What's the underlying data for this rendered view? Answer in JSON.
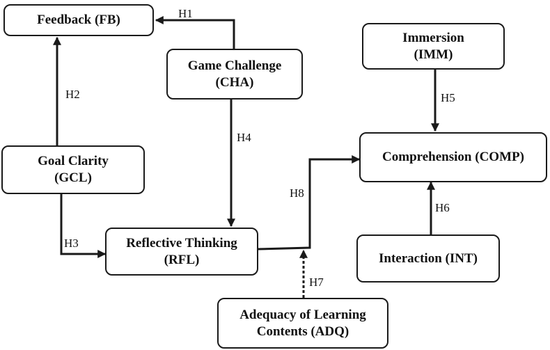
{
  "nodes": {
    "fb": {
      "lines": [
        "Feedback (FB)"
      ]
    },
    "cha": {
      "lines": [
        "Game Challenge",
        "(CHA)"
      ]
    },
    "imm": {
      "lines": [
        "Immersion",
        "(IMM)"
      ]
    },
    "gcl": {
      "lines": [
        "Goal Clarity",
        "(GCL)"
      ]
    },
    "comp": {
      "lines": [
        "Comprehension (COMP)"
      ]
    },
    "rfl": {
      "lines": [
        "Reflective Thinking",
        "(RFL)"
      ]
    },
    "int": {
      "lines": [
        "Interaction (INT)"
      ]
    },
    "adq": {
      "lines": [
        "Adequacy of Learning",
        "Contents (ADQ)"
      ]
    }
  },
  "edges": [
    {
      "id": "h1",
      "label": "H1",
      "from": "Game Challenge (CHA)",
      "to": "Feedback (FB)",
      "style": "solid"
    },
    {
      "id": "h2",
      "label": "H2",
      "from": "Goal Clarity (GCL)",
      "to": "Feedback (FB)",
      "style": "solid"
    },
    {
      "id": "h3",
      "label": "H3",
      "from": "Goal Clarity (GCL)",
      "to": "Reflective Thinking (RFL)",
      "style": "solid"
    },
    {
      "id": "h4",
      "label": "H4",
      "from": "Game Challenge (CHA)",
      "to": "Reflective Thinking (RFL)",
      "style": "solid"
    },
    {
      "id": "h5",
      "label": "H5",
      "from": "Immersion (IMM)",
      "to": "Comprehension (COMP)",
      "style": "solid"
    },
    {
      "id": "h6",
      "label": "H6",
      "from": "Interaction (INT)",
      "to": "Comprehension (COMP)",
      "style": "solid"
    },
    {
      "id": "h7",
      "label": "H7",
      "from": "Adequacy of Learning Contents (ADQ)",
      "to": "H8 path (moderation)",
      "style": "dashed"
    },
    {
      "id": "h8",
      "label": "H8",
      "from": "Reflective Thinking (RFL)",
      "to": "Comprehension (COMP)",
      "style": "solid"
    }
  ],
  "colors": {
    "stroke": "#1a1a1a",
    "text": "#111111",
    "background": "#ffffff"
  }
}
